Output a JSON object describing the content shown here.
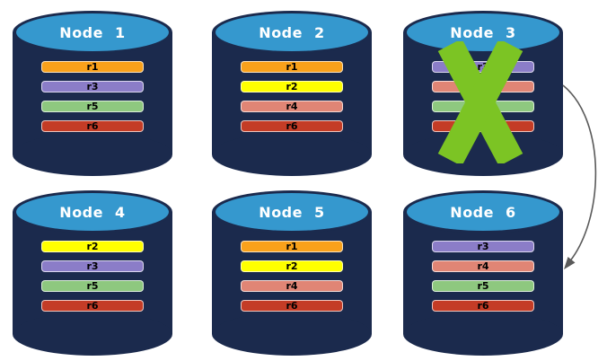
{
  "diagram": {
    "nodes": [
      {
        "label": "Node 1",
        "failed": false,
        "rows": [
          {
            "label": "r1",
            "color": "#F9A11B"
          },
          {
            "label": "r3",
            "color": "#8B7DC8"
          },
          {
            "label": "r5",
            "color": "#8EC87F"
          },
          {
            "label": "r6",
            "color": "#C43C26"
          }
        ]
      },
      {
        "label": "Node 2",
        "failed": false,
        "rows": [
          {
            "label": "r1",
            "color": "#F9A11B"
          },
          {
            "label": "r2",
            "color": "#FFFF00"
          },
          {
            "label": "r4",
            "color": "#E08575"
          },
          {
            "label": "r6",
            "color": "#C43C26"
          }
        ]
      },
      {
        "label": "Node 3",
        "failed": true,
        "rows": [
          {
            "label": "r3",
            "color": "#8B7DC8"
          },
          {
            "label": "",
            "color": "#E08575"
          },
          {
            "label": "",
            "color": "#8EC87F"
          },
          {
            "label": "",
            "color": "#C43C26"
          }
        ]
      },
      {
        "label": "Node 4",
        "failed": false,
        "rows": [
          {
            "label": "r2",
            "color": "#FFFF00"
          },
          {
            "label": "r3",
            "color": "#8B7DC8"
          },
          {
            "label": "r5",
            "color": "#8EC87F"
          },
          {
            "label": "r6",
            "color": "#C43C26"
          }
        ]
      },
      {
        "label": "Node 5",
        "failed": false,
        "rows": [
          {
            "label": "r1",
            "color": "#F9A11B"
          },
          {
            "label": "r2",
            "color": "#FFFF00"
          },
          {
            "label": "r4",
            "color": "#E08575"
          },
          {
            "label": "r6",
            "color": "#C43C26"
          }
        ]
      },
      {
        "label": "Node 6",
        "failed": false,
        "rows": [
          {
            "label": "r3",
            "color": "#8B7DC8"
          },
          {
            "label": "r4",
            "color": "#E08575"
          },
          {
            "label": "r5",
            "color": "#8EC87F"
          },
          {
            "label": "r6",
            "color": "#C43C26"
          }
        ]
      }
    ],
    "colors": {
      "cylinder_body": "#1B2A4D",
      "cylinder_top": "#3598CE",
      "failed_x": "#7CC424",
      "arrow": "#5A5A5A",
      "row_text": "#000000",
      "title_text": "#FFFFFF"
    },
    "arrow": {
      "from": "Node 3",
      "to": "Node 6",
      "icon": "curved-arrow-icon"
    },
    "failed_marker": {
      "node": "Node 3",
      "icon": "x-mark-icon"
    }
  }
}
